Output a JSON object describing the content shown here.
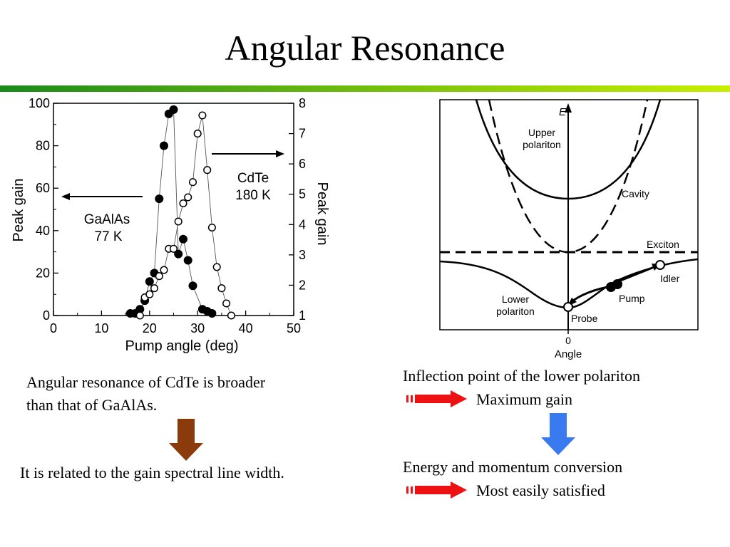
{
  "title": "Angular Resonance",
  "colors": {
    "rule_left": "#1a8a1a",
    "rule_right": "#c8f000",
    "brown_arrow": "#8b3a0c",
    "blue_arrow": "#3a7af0",
    "red_arrow": "#ee1111"
  },
  "chart_data": [
    {
      "type": "scatter",
      "xlabel": "Pump angle (deg)",
      "ylabel_left": "Peak gain",
      "ylabel_right": "Peak gain",
      "xlim": [
        0,
        50
      ],
      "ylim_left": [
        0,
        100
      ],
      "ylim_right": [
        1,
        8
      ],
      "x_ticks": [
        "0",
        "10",
        "20",
        "30",
        "40",
        "50"
      ],
      "y_ticks_left": [
        "0",
        "20",
        "40",
        "60",
        "80",
        "100"
      ],
      "y_ticks_right": [
        "1",
        "2",
        "3",
        "4",
        "5",
        "6",
        "7",
        "8"
      ],
      "series": [
        {
          "name": "GaAlAs 77 K",
          "axis": "left",
          "marker": "filled",
          "points": [
            [
              16,
              1
            ],
            [
              17,
              1
            ],
            [
              18,
              3
            ],
            [
              19,
              7
            ],
            [
              20,
              16
            ],
            [
              21,
              20
            ],
            [
              22,
              55
            ],
            [
              23,
              80
            ],
            [
              24,
              95
            ],
            [
              25,
              97
            ],
            [
              26,
              29
            ],
            [
              27,
              36
            ],
            [
              28,
              26
            ],
            [
              29,
              14
            ],
            [
              31,
              3
            ],
            [
              32,
              2
            ],
            [
              33,
              1
            ]
          ]
        },
        {
          "name": "CdTe 180 K",
          "axis": "right",
          "marker": "open",
          "points": [
            [
              18,
              1.0
            ],
            [
              19,
              1.6
            ],
            [
              20,
              1.7
            ],
            [
              21,
              1.9
            ],
            [
              22,
              2.3
            ],
            [
              23,
              2.5
            ],
            [
              24,
              3.2
            ],
            [
              25,
              3.2
            ],
            [
              26,
              4.1
            ],
            [
              27,
              4.7
            ],
            [
              28,
              4.9
            ],
            [
              29,
              5.4
            ],
            [
              30,
              7.0
            ],
            [
              31,
              7.6
            ],
            [
              32,
              5.8
            ],
            [
              33,
              3.9
            ],
            [
              34,
              2.6
            ],
            [
              35,
              1.9
            ],
            [
              36,
              1.4
            ],
            [
              37,
              1.0
            ]
          ]
        }
      ],
      "annotations": [
        {
          "line1": "GaAlAs",
          "line2": "77 K",
          "arrow": "left"
        },
        {
          "line1": "CdTe",
          "line2": "180 K",
          "arrow": "right"
        }
      ]
    },
    {
      "type": "line",
      "ylabel": "E",
      "xlabel": "Angle",
      "x_tick": "0",
      "labels": {
        "upper": [
          "Upper",
          "polariton"
        ],
        "cavity": "Cavity",
        "exciton": "Exciton",
        "lower": [
          "Lower",
          "polariton"
        ],
        "idler": "Idler",
        "pump": "Pump",
        "probe": "Probe"
      }
    }
  ],
  "left_text": {
    "line1": "Angular resonance of CdTe is broader",
    "line2": "than that of GaAlAs.",
    "conclusion": "It is related to the gain spectral line width."
  },
  "right_text": {
    "line1": "Inflection point of the lower polariton",
    "result1": "Maximum gain",
    "line2": "Energy and momentum conversion",
    "result2": "Most easily satisfied"
  }
}
